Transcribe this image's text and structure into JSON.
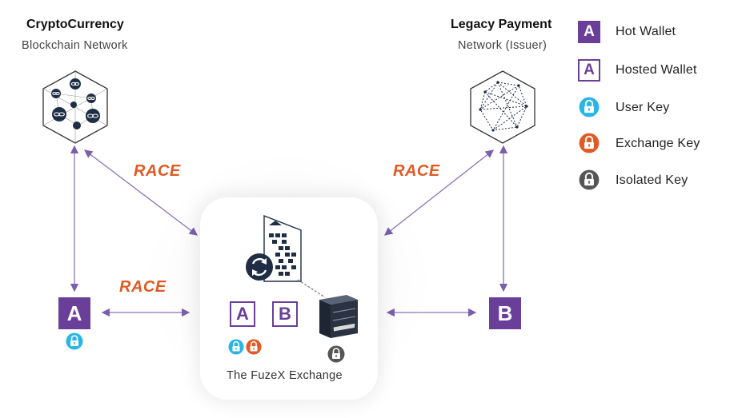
{
  "crypto": {
    "title": "CryptoCurrency",
    "subtitle": "Blockchain Network"
  },
  "legacy": {
    "title": "Legacy Payment",
    "subtitle": "Network (Issuer)"
  },
  "race_label": "RACE",
  "node_a": {
    "letter": "A"
  },
  "node_b": {
    "letter": "B"
  },
  "exchange": {
    "label": "The FuzeX Exchange",
    "wallet_a": "A",
    "wallet_b": "B"
  },
  "legend": [
    {
      "label": "Hot Wallet",
      "kind": "filled-box",
      "letter": "A"
    },
    {
      "label": "Hosted Wallet",
      "kind": "outline-box",
      "letter": "A"
    },
    {
      "label": "User Key",
      "kind": "lock",
      "color": "#29b6e6"
    },
    {
      "label": "Exchange Key",
      "kind": "lock",
      "color": "#e05a24"
    },
    {
      "label": "Isolated Key",
      "kind": "lock",
      "color": "#555555"
    }
  ],
  "colors": {
    "accent_purple": "#6a3f99",
    "race_orange": "#e05a24",
    "user_key": "#29b6e6",
    "exchange_key": "#e05a24",
    "isolated_key": "#555555",
    "network_dark": "#1f2d45"
  }
}
